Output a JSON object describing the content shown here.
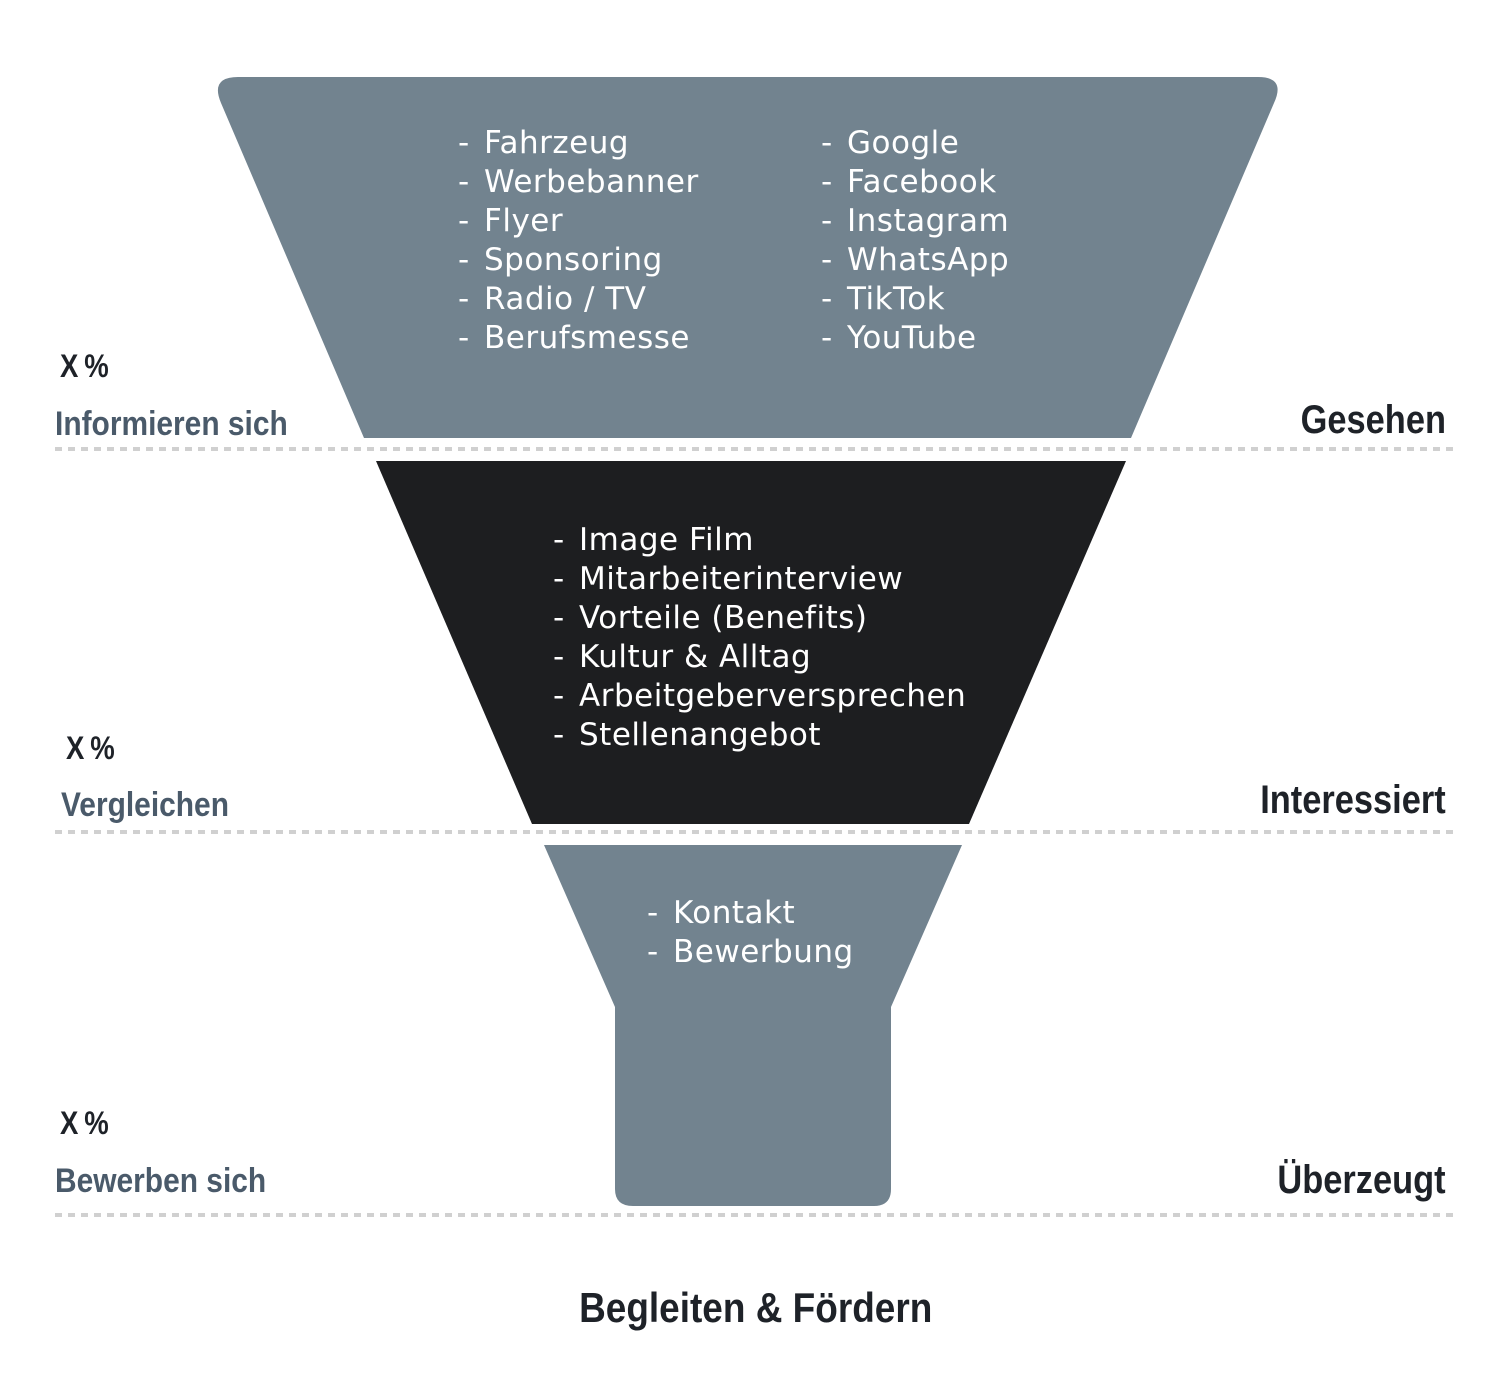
{
  "colors": {
    "stage_gray": "#72838f",
    "stage_dark": "#1d1e20",
    "divider": "#d0d0d0",
    "left_label": "#4a5a6a",
    "right_label": "#1e2228"
  },
  "stages": [
    {
      "percent": "X %",
      "left_label": "Informieren sich",
      "right_label": "Gesehen",
      "columns": [
        [
          "Fahrzeug",
          "Werbebanner",
          "Flyer",
          "Sponsoring",
          "Radio / TV",
          "Berufsmesse"
        ],
        [
          "Google",
          "Facebook",
          "Instagram",
          "WhatsApp",
          "TikTok",
          "YouTube"
        ]
      ]
    },
    {
      "percent": "X %",
      "left_label": "Vergleichen",
      "right_label": "Interessiert",
      "items": [
        "Image Film",
        "Mitarbeiterinterview",
        "Vorteile (Benefits)",
        "Kultur & Alltag",
        "Arbeitgeberversprechen",
        "Stellenangebot"
      ]
    },
    {
      "percent": "X %",
      "left_label": "Bewerben sich",
      "right_label": "Überzeugt",
      "items": [
        "Kontakt",
        "Bewerbung"
      ]
    }
  ],
  "bottom_title": "Begleiten & Fördern"
}
